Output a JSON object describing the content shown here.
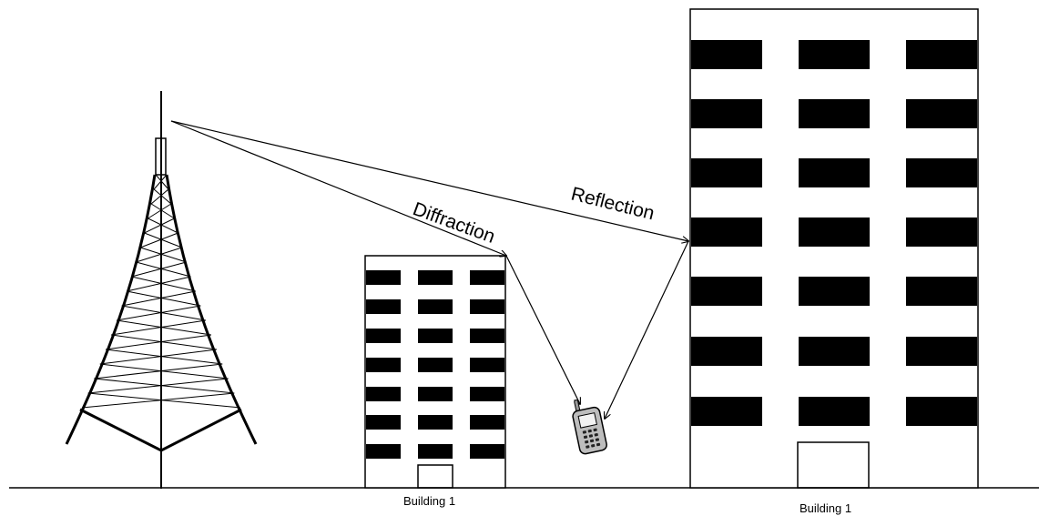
{
  "labels": {
    "diffraction": "Diffraction",
    "reflection": "Reflection",
    "building_small": "Building 1",
    "building_large": "Building 1"
  },
  "colors": {
    "line": "#000000",
    "background": "#ffffff",
    "phone_body": "#bdbdbd",
    "phone_screen": "#f2f2f2"
  },
  "icons": {
    "tower": "transmission-tower-icon",
    "phone": "mobile-phone-icon"
  }
}
